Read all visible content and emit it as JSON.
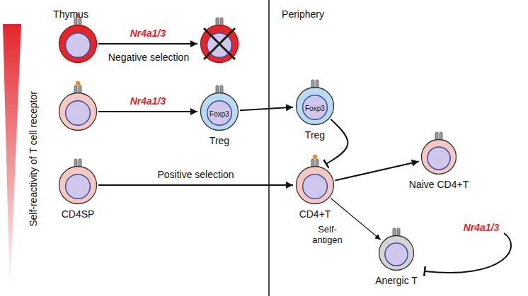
{
  "diagram": {
    "nodes": [
      {
        "text": []
      },
      {
        "text": []
      },
      {
        "text": []
      },
      {
        "text": [
          "Foxp3",
          "Treg"
        ]
      },
      {
        "text": [
          "Foxp3",
          "Treg"
        ]
      },
      {
        "text": [
          "CD4SP"
        ]
      },
      {
        "text": [
          "CD4+T"
        ]
      },
      {
        "text": [
          "Naive CD4+T"
        ]
      },
      {
        "text": [
          "Anergic T"
        ]
      }
    ],
    "edges": [
      {
        "from": 0,
        "to": 1,
        "arrow": "to",
        "label": "Nr4a1/3"
      },
      {
        "from": 2,
        "to": 3,
        "arrow": "to",
        "label": "Nr4a1/3"
      },
      {
        "from": 3,
        "to": 4,
        "arrow": "to"
      },
      {
        "from": 5,
        "to": 6,
        "arrow": "to",
        "label": "Positive selection"
      },
      {
        "from": 4,
        "to": 6,
        "arrow": "to"
      },
      {
        "from": 6,
        "to": 7,
        "arrow": "to"
      },
      {
        "from": 6,
        "to": 8,
        "arrow": "to",
        "label": "Self-antigen"
      }
    ],
    "labels": [
      "Thymus",
      "Periphery",
      "Self-reactivity of T cell receptor",
      "Negative selection",
      "Nr4a1/3"
    ]
  }
}
